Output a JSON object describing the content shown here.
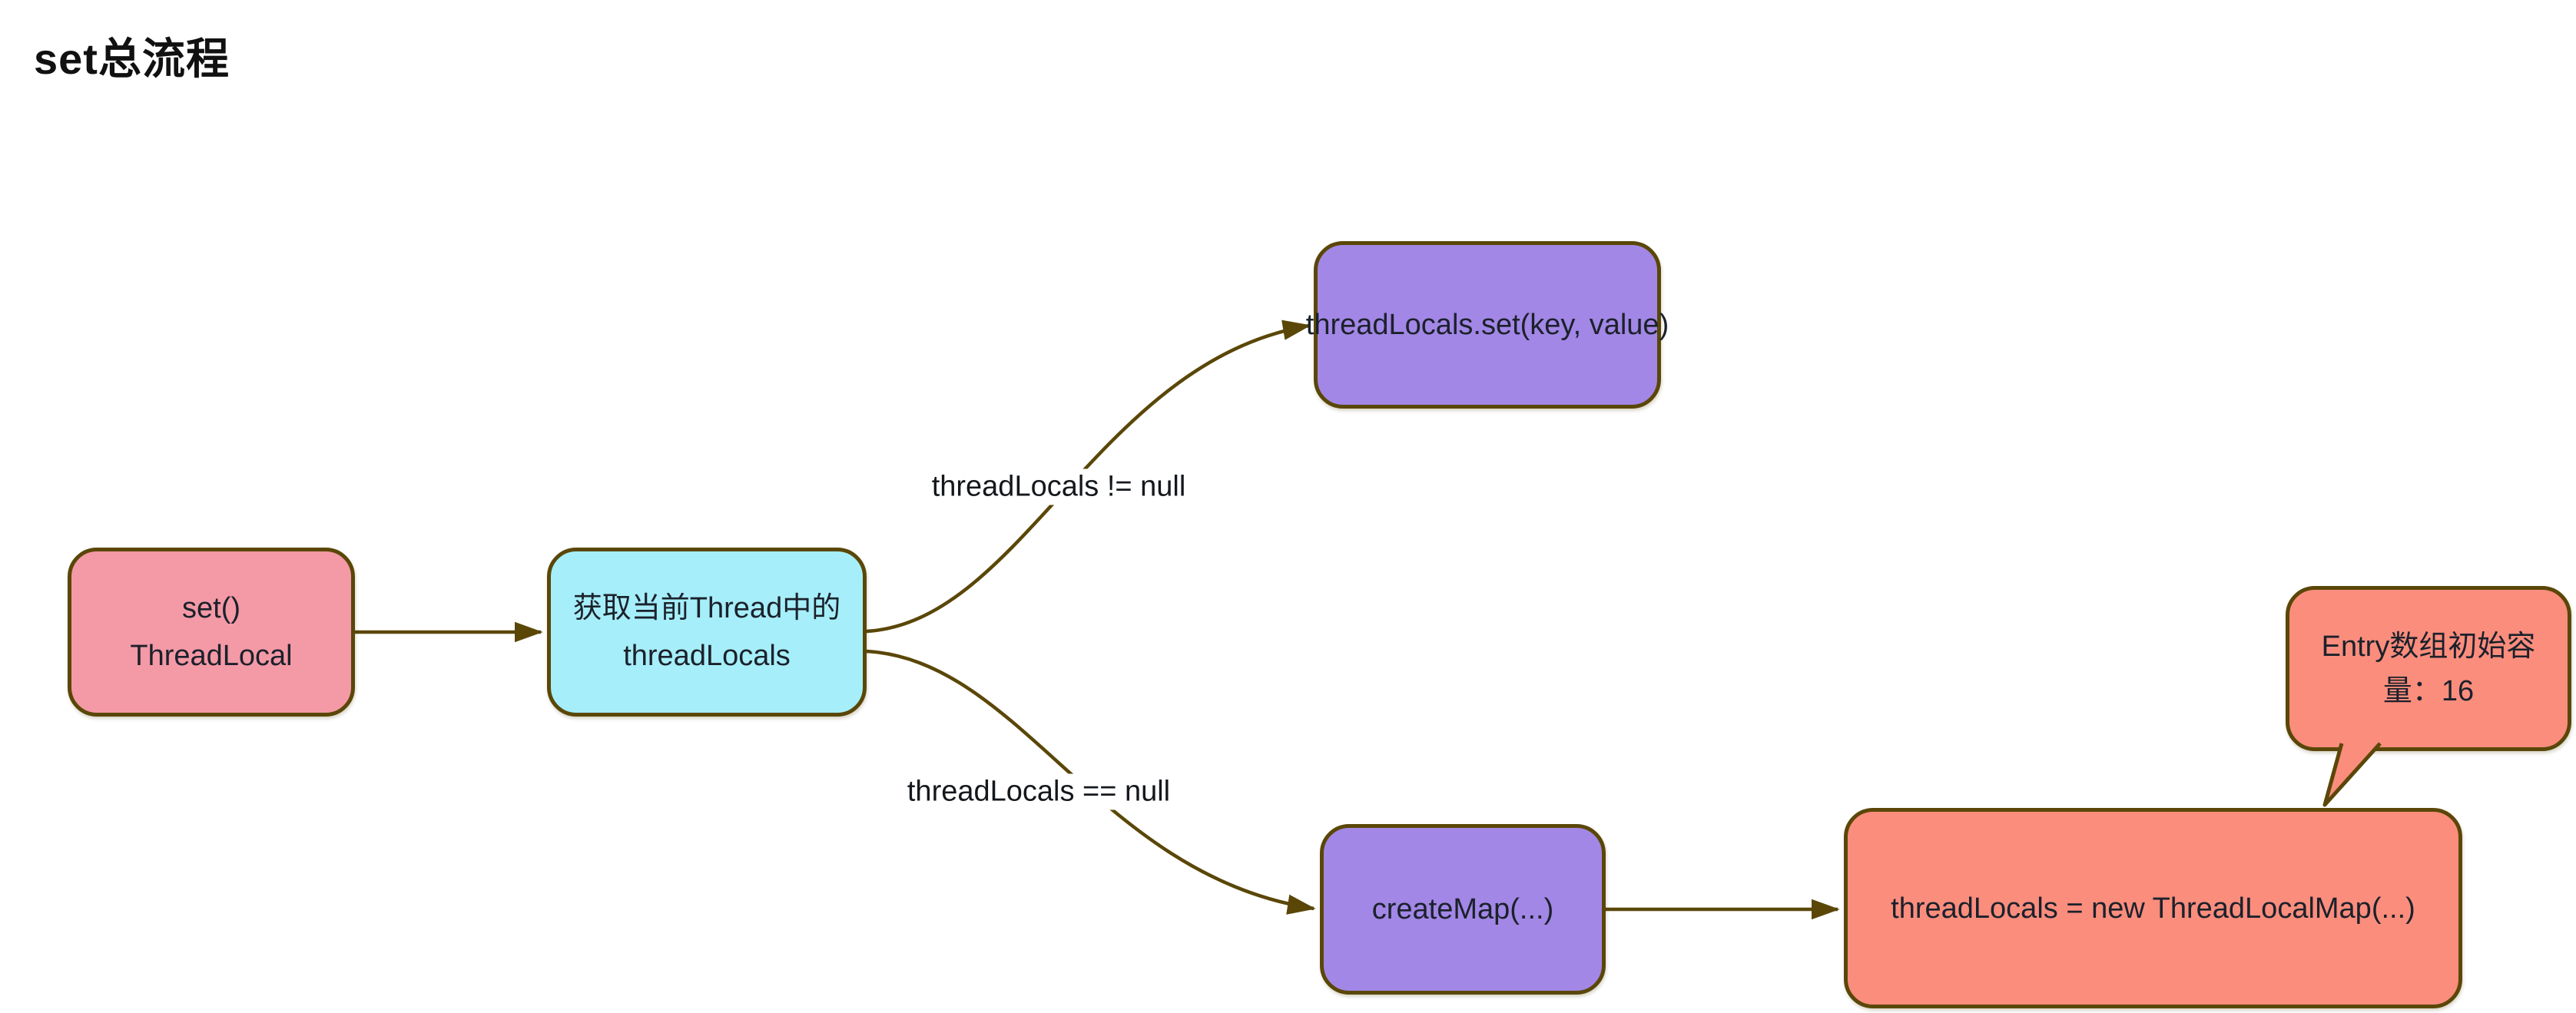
{
  "title": "set总流程",
  "diagram": {
    "nodes": [
      {
        "id": "set-threadlocal",
        "text": "set()\nThreadLocal",
        "fill": "#F499A6"
      },
      {
        "id": "get-threadlocals",
        "text": "获取当前Thread中的\nthreadLocals",
        "fill": "#A6EEF9"
      },
      {
        "id": "threadlocals-set",
        "text": "threadLocals.set(key, value)",
        "fill": "#A287E6"
      },
      {
        "id": "create-map",
        "text": "createMap(...)",
        "fill": "#A287E6"
      },
      {
        "id": "new-threadlocalmap",
        "text": "threadLocals = new ThreadLocalMap(...)",
        "fill": "#FB8D7D"
      }
    ],
    "edge_labels": [
      {
        "id": "threadlocals-not-null",
        "text": "threadLocals != null"
      },
      {
        "id": "threadlocals-eq-null",
        "text": "threadLocals == null"
      }
    ],
    "callout": {
      "text": "Entry数组初始容\n量：16",
      "fill": "#FB8D7D"
    },
    "colors": {
      "connector_stroke": "#5A4708",
      "node_border": "#5A4708",
      "node_text": "#1B212B",
      "pink": "#F499A6",
      "cyan": "#A6EEF9",
      "purple": "#A287E6",
      "salmon": "#FB8D7D",
      "background": "#FFFFFF"
    }
  }
}
